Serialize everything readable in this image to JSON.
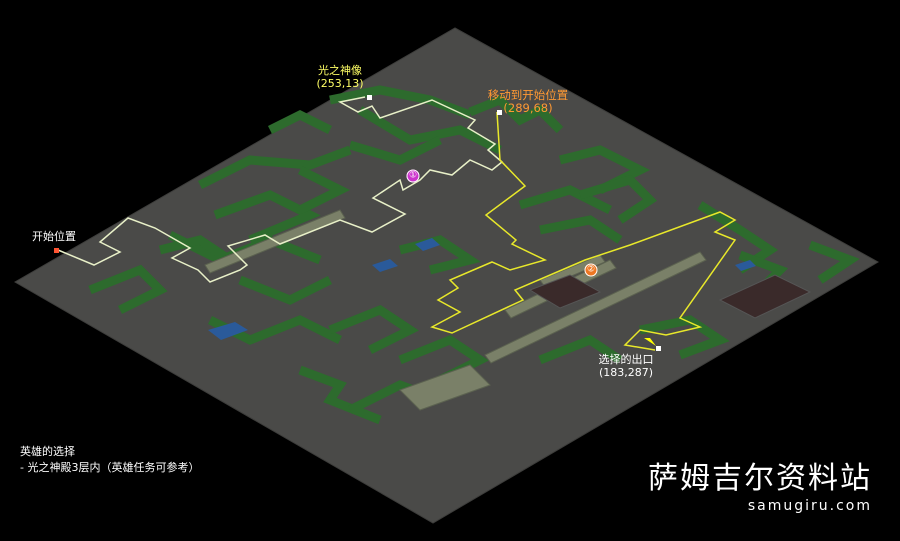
{
  "map": {
    "locations": {
      "statue": {
        "name": "光之神像",
        "coords": "(253,13)"
      },
      "move_to_start": {
        "name": "移动到开始位置",
        "coords": "(289,68)"
      },
      "start": {
        "name": "开始位置"
      },
      "exit": {
        "name": "选择的出口",
        "coords": "(183,287)"
      }
    },
    "markers": {
      "one": "①",
      "two": "②"
    },
    "note": {
      "line1": "英雄的选择",
      "line2": "- 光之神殿3层内（英雄任务可参考）"
    },
    "brand": {
      "title": "萨姆吉尔资料站",
      "url": "samugiru.com"
    },
    "colors": {
      "background": "#000000",
      "floor": "#4a4a48",
      "corridor": "#2d6b2d",
      "route_white": "#e8f0c8",
      "route_yellow": "#e8e82a"
    }
  }
}
